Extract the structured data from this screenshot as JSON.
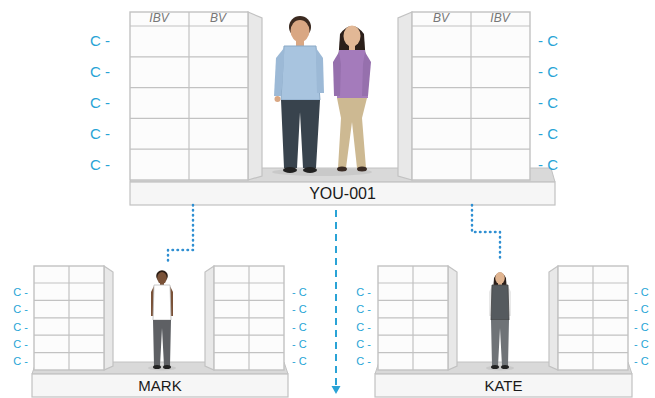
{
  "diagram": {
    "nodes": [
      {
        "text": [
          "YOU-001"
        ]
      },
      {
        "text": [
          "MARK"
        ]
      },
      {
        "text": [
          "KATE"
        ]
      }
    ],
    "edges": [
      {
        "from": 0,
        "to": 1,
        "arrow": "none"
      },
      {
        "from": 0,
        "to": 2,
        "arrow": "none"
      }
    ],
    "labels": [
      "IBV",
      "BV",
      "BV",
      "IBV",
      "C -",
      "C -",
      "C -",
      "C -",
      "C -",
      "- C",
      "- C",
      "- C",
      "- C",
      "- C",
      "C -",
      "C -",
      "C -",
      "C -",
      "C -",
      "- C",
      "- C",
      "- C",
      "- C",
      "- C",
      "C -",
      "C -",
      "C -",
      "C -",
      "C -",
      "- C",
      "- C",
      "- C",
      "- C",
      "- C"
    ]
  }
}
